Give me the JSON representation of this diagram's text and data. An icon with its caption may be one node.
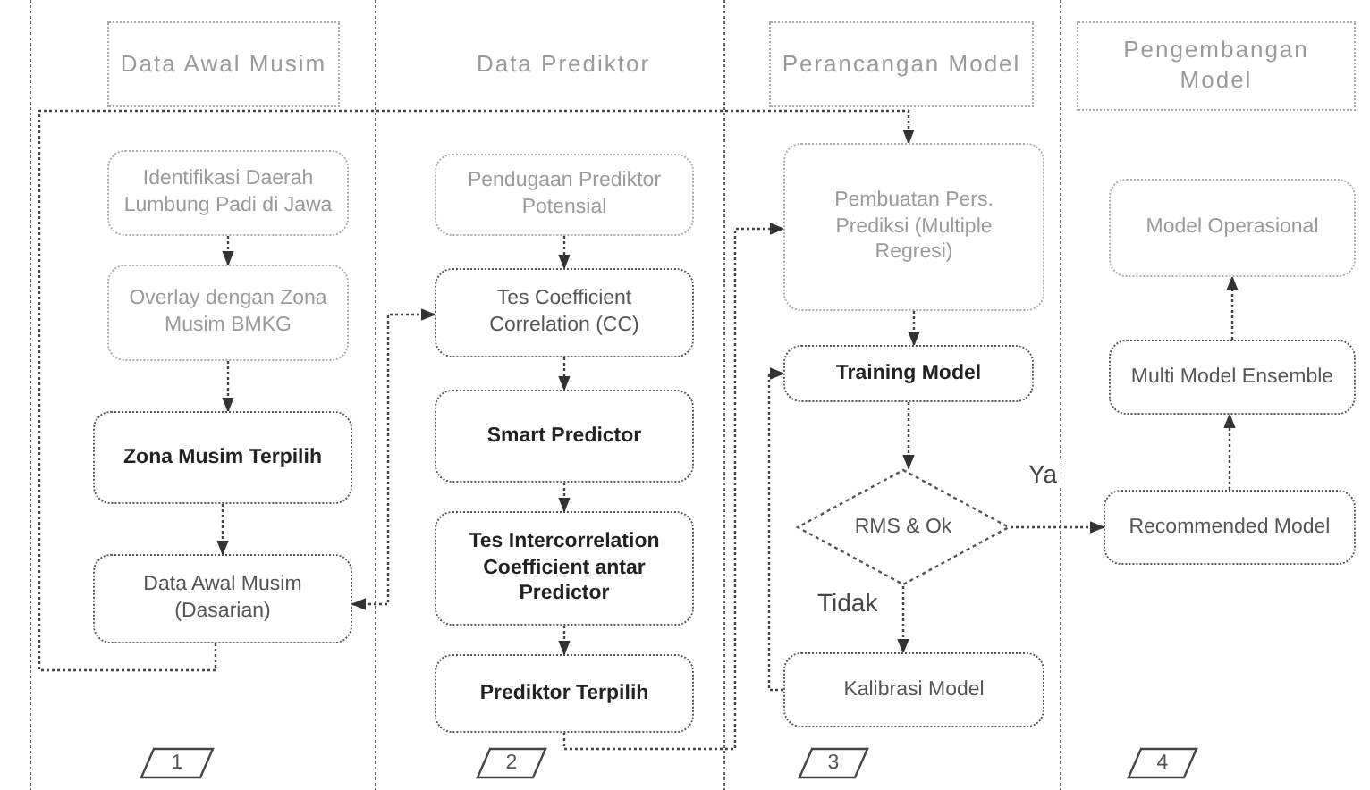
{
  "diagram": {
    "nodes": [
      {
        "text": [
          "Data Awal Musim"
        ]
      },
      {
        "text": [
          "Data Prediktor"
        ]
      },
      {
        "text": [
          "Perancangan Model"
        ]
      },
      {
        "text": [
          "Pengembangan Model"
        ]
      },
      {
        "text": [
          "Identifikasi Daerah Lumbung Padi di Jawa"
        ]
      },
      {
        "text": [
          "Overlay dengan Zona Musim BMKG"
        ]
      },
      {
        "text": [
          "Zona Musim Terpilih"
        ]
      },
      {
        "text": [
          "Data Awal Musim (Dasarian)"
        ]
      },
      {
        "text": [
          "Pendugaan Prediktor Potensial"
        ]
      },
      {
        "text": [
          "Tes Coefficient Correlation (CC)"
        ]
      },
      {
        "text": [
          "Smart Predictor"
        ]
      },
      {
        "text": [
          "Tes Intercorrelation Coefficient antar Predictor"
        ]
      },
      {
        "text": [
          "Prediktor Terpilih"
        ]
      },
      {
        "text": [
          "Pembuatan Pers. Prediksi (Multiple Regresi)"
        ]
      },
      {
        "text": [
          "Training Model"
        ]
      },
      {
        "text": [
          "RMS & Ok"
        ]
      },
      {
        "text": [
          "Kalibrasi Model"
        ]
      },
      {
        "text": [
          "Model Operasional"
        ]
      },
      {
        "text": [
          "Multi Model Ensemble"
        ]
      },
      {
        "text": [
          "Recommended Model"
        ]
      },
      {
        "text": [
          "1"
        ]
      },
      {
        "text": [
          "2"
        ]
      },
      {
        "text": [
          "3"
        ]
      },
      {
        "text": [
          "4"
        ]
      }
    ],
    "edges": [
      {
        "from": 4,
        "to": 5,
        "arrow": "to"
      },
      {
        "from": 5,
        "to": 6,
        "arrow": "to"
      },
      {
        "from": 6,
        "to": 7,
        "arrow": "to"
      },
      {
        "from": 7,
        "to": 13,
        "arrow": "to"
      },
      {
        "from": 7,
        "to": 9,
        "arrow": "both"
      },
      {
        "from": 8,
        "to": 9,
        "arrow": "to"
      },
      {
        "from": 9,
        "to": 10,
        "arrow": "to"
      },
      {
        "from": 10,
        "to": 11,
        "arrow": "to"
      },
      {
        "from": 11,
        "to": 12,
        "arrow": "to"
      },
      {
        "from": 12,
        "to": 13,
        "arrow": "to"
      },
      {
        "from": 13,
        "to": 14,
        "arrow": "to"
      },
      {
        "from": 14,
        "to": 15,
        "arrow": "to"
      },
      {
        "from": 15,
        "to": 16,
        "arrow": "to",
        "label": "Tidak"
      },
      {
        "from": 15,
        "to": 19,
        "arrow": "to",
        "label": "Ya"
      },
      {
        "from": 16,
        "to": 14,
        "arrow": "to"
      },
      {
        "from": 19,
        "to": 18,
        "arrow": "to"
      },
      {
        "from": 18,
        "to": 17,
        "arrow": "to"
      }
    ]
  }
}
